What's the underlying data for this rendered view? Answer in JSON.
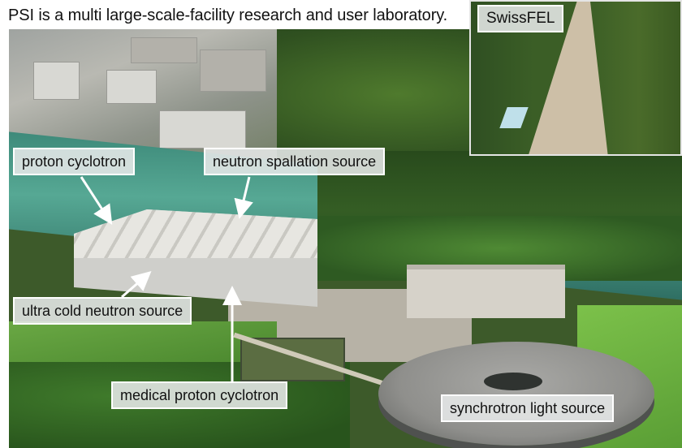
{
  "figure": {
    "caption": "PSI is a multi large-scale-facility research and user laboratory.",
    "inset_label": "SwissFEL",
    "labels": [
      {
        "id": "proton-cyclotron",
        "text": "proton cyclotron"
      },
      {
        "id": "neutron-spallation-source",
        "text": "neutron spallation source"
      },
      {
        "id": "ultra-cold-neutron-source",
        "text": "ultra cold neutron source"
      },
      {
        "id": "medical-proton-cyclotron",
        "text": "medical proton cyclotron"
      },
      {
        "id": "synchrotron-light-source",
        "text": "synchrotron light source"
      }
    ],
    "colors": {
      "label_bg": "#e6e8e8",
      "label_border": "#ffffff",
      "arrow": "#ffffff",
      "text": "#111111"
    }
  }
}
